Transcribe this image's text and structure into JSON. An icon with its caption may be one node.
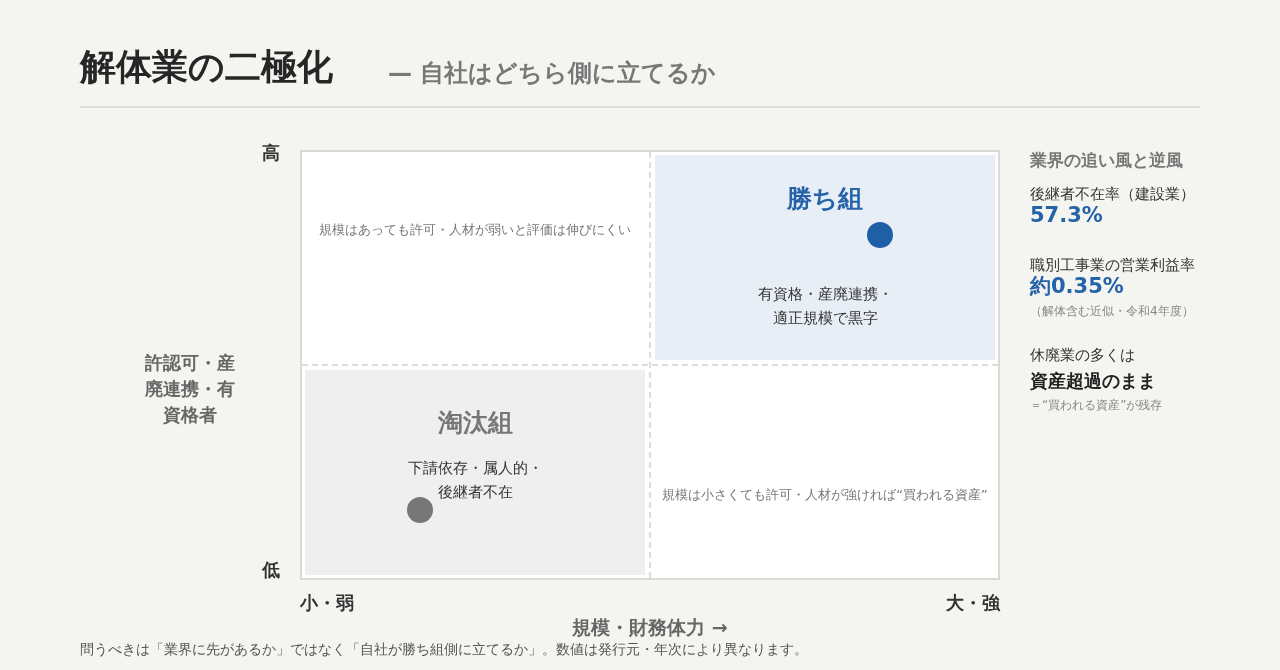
{
  "diagram": {
    "title": "解体業の二極化",
    "caption": "問うべきは「業界に先があるか」ではなく「自社が勝ち組側に立てるか」。数値は発行元・年次により異なります。",
    "nodes": [
      {
        "text": [
          "規模はあっても許可・人材が弱いと評価は伸びにくい"
        ]
      },
      {
        "text": [
          "勝ち組",
          "有資格・産廃連携・適正規模で黒字"
        ]
      },
      {
        "text": [
          "淘汰組",
          "下請依存・属人的・後継者不在"
        ]
      },
      {
        "text": [
          "規模は小さくても許可・人材が強ければ“買われる資産”"
        ]
      }
    ],
    "labels": [
      "— 自社はどちら側に立てるか",
      "高",
      "業界の追い風と逆風",
      "後継者不在率（建設業）",
      "57.3%",
      "職別工事業の営業利益率",
      "約0.35%",
      "（解体含む近似・令和4年度）",
      "許認可・産廃連携・有資格者",
      "休廃業の多くは",
      "資産超過のまま",
      "＝“買われる資産”が残存",
      "低",
      "小・弱",
      "大・強",
      "規模・財務体力 →"
    ]
  }
}
